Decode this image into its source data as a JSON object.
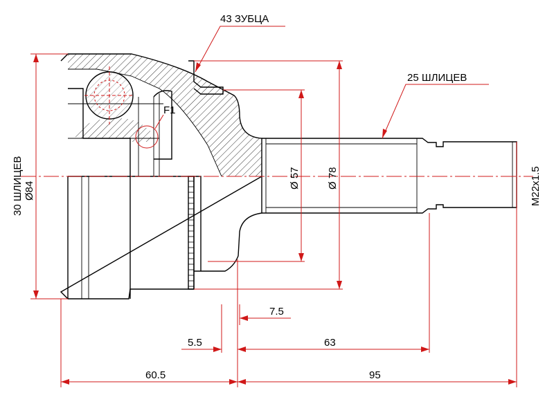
{
  "colors": {
    "dimension": "#d01818",
    "outline": "#000000",
    "background": "#ffffff"
  },
  "labels": {
    "teeth": "43 ЗУБЦА",
    "spline_outer": "25 ШЛИЦЕВ",
    "spline_inner": "30 ШЛИЦЕВ",
    "dia_inner": "Ø84",
    "dia_57": "Ø 57",
    "dia_78": "Ø 78",
    "thread": "M22x1.5",
    "f1": "F1"
  },
  "dimensions": {
    "d_7_5": "7.5",
    "d_5_5": "5.5",
    "d_63": "63",
    "d_60_5": "60.5",
    "d_95": "95"
  }
}
